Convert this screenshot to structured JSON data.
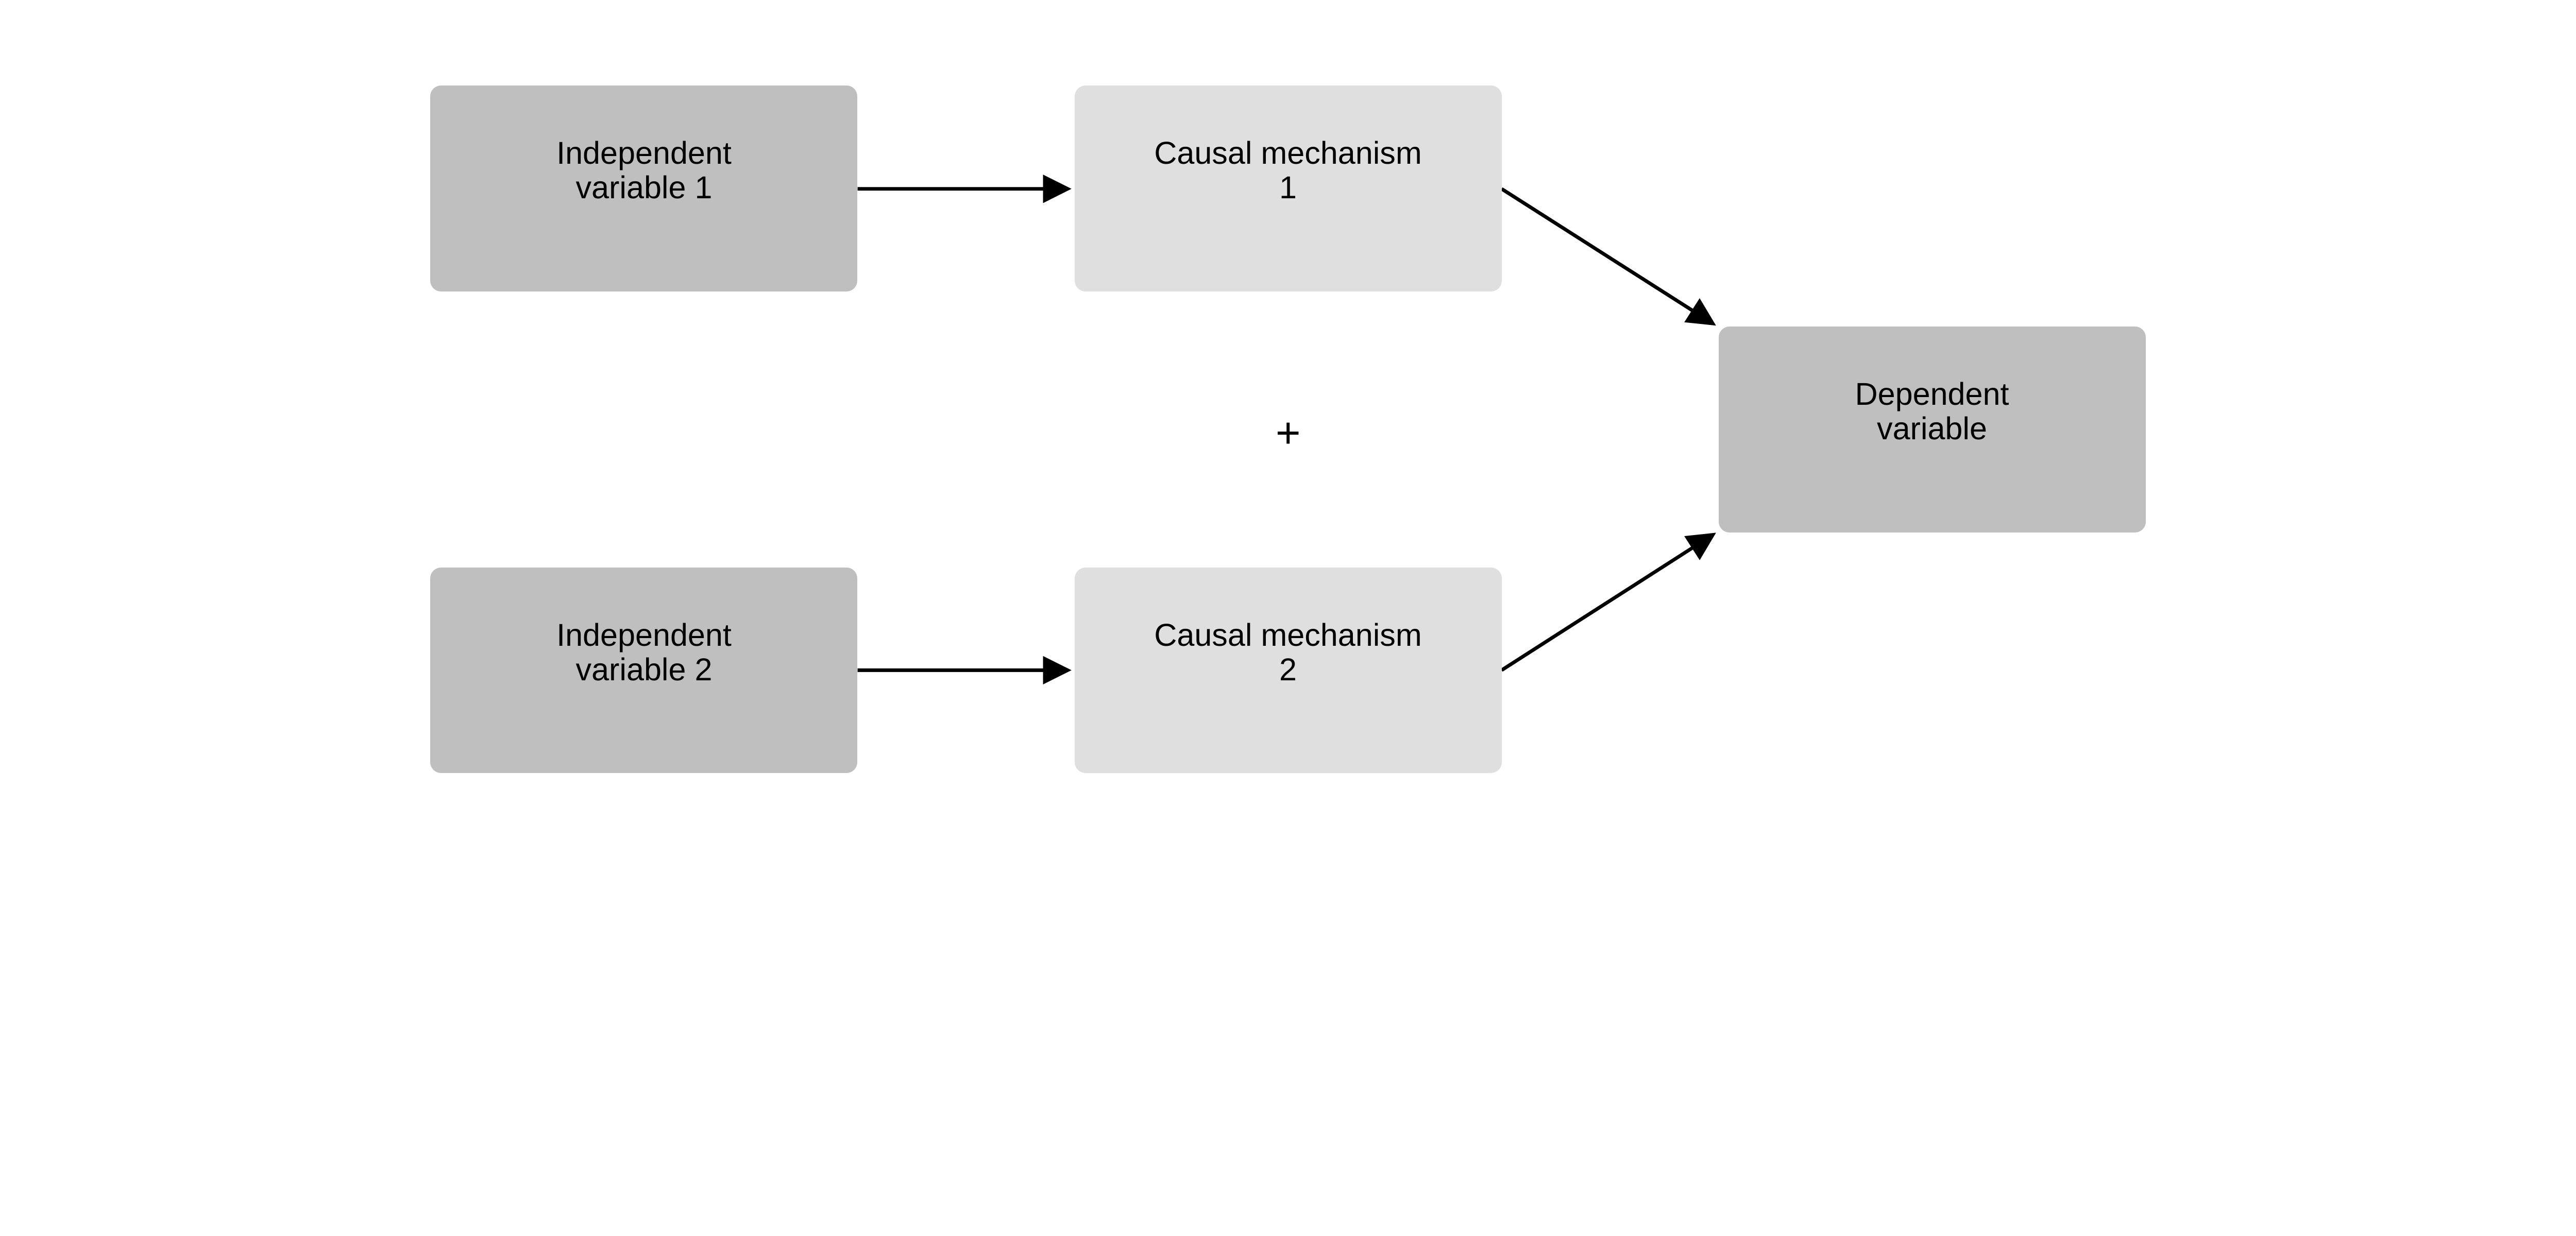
{
  "nodes": {
    "iv1": {
      "label": "Independent\nvariable 1",
      "fill": "#bfbfbf"
    },
    "cm1": {
      "label": "Causal mechanism\n1",
      "fill": "#dfdfdf"
    },
    "iv2": {
      "label": "Independent\nvariable 2",
      "fill": "#bfbfbf"
    },
    "cm2": {
      "label": "Causal mechanism\n2",
      "fill": "#dfdfdf"
    },
    "dv": {
      "label": "Dependent\nvariable",
      "fill": "#bfbfbf"
    }
  },
  "operator": "+",
  "edges": [
    {
      "from": "iv1",
      "to": "cm1"
    },
    {
      "from": "iv2",
      "to": "cm2"
    },
    {
      "from": "cm1",
      "to": "dv"
    },
    {
      "from": "cm2",
      "to": "dv"
    }
  ]
}
